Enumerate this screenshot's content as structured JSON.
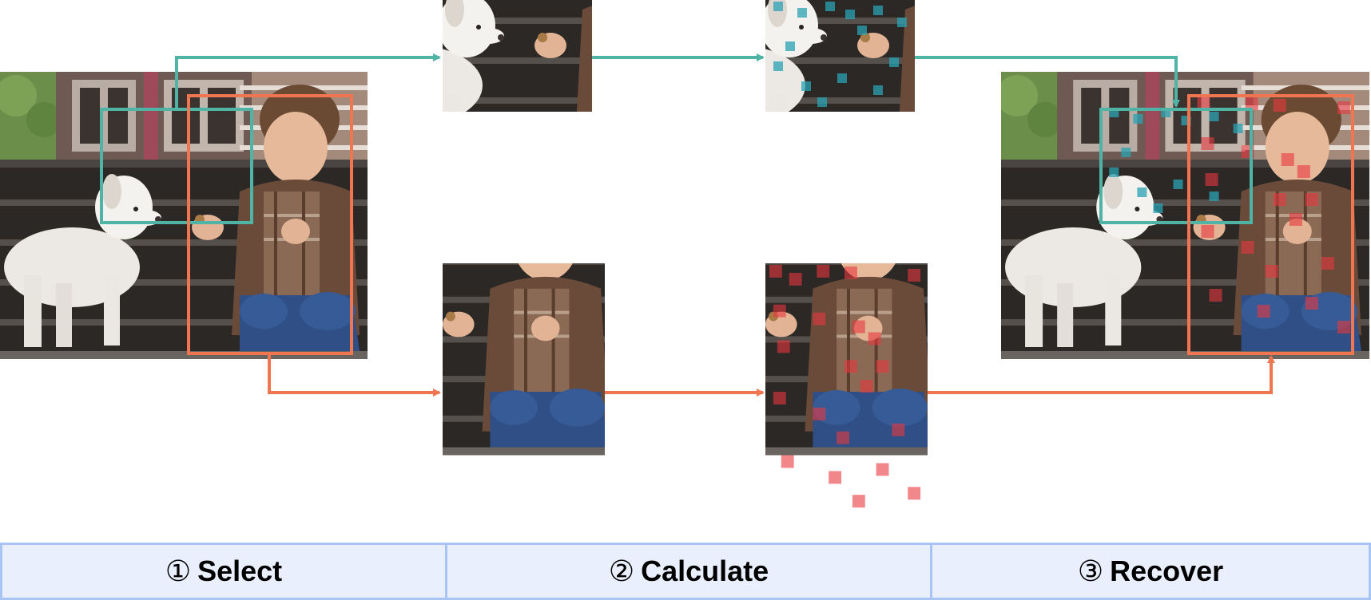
{
  "colors": {
    "teal": "#4fb3a6",
    "orange": "#f07652",
    "strip_fill": "#e9effd",
    "strip_border": "#a7c4f4",
    "teal_patch": "#2aa3b3",
    "red_patch": "#e8383f"
  },
  "stages": [
    {
      "num": "①",
      "label": "Select"
    },
    {
      "num": "②",
      "label": "Calculate"
    },
    {
      "num": "③",
      "label": "Recover"
    }
  ]
}
